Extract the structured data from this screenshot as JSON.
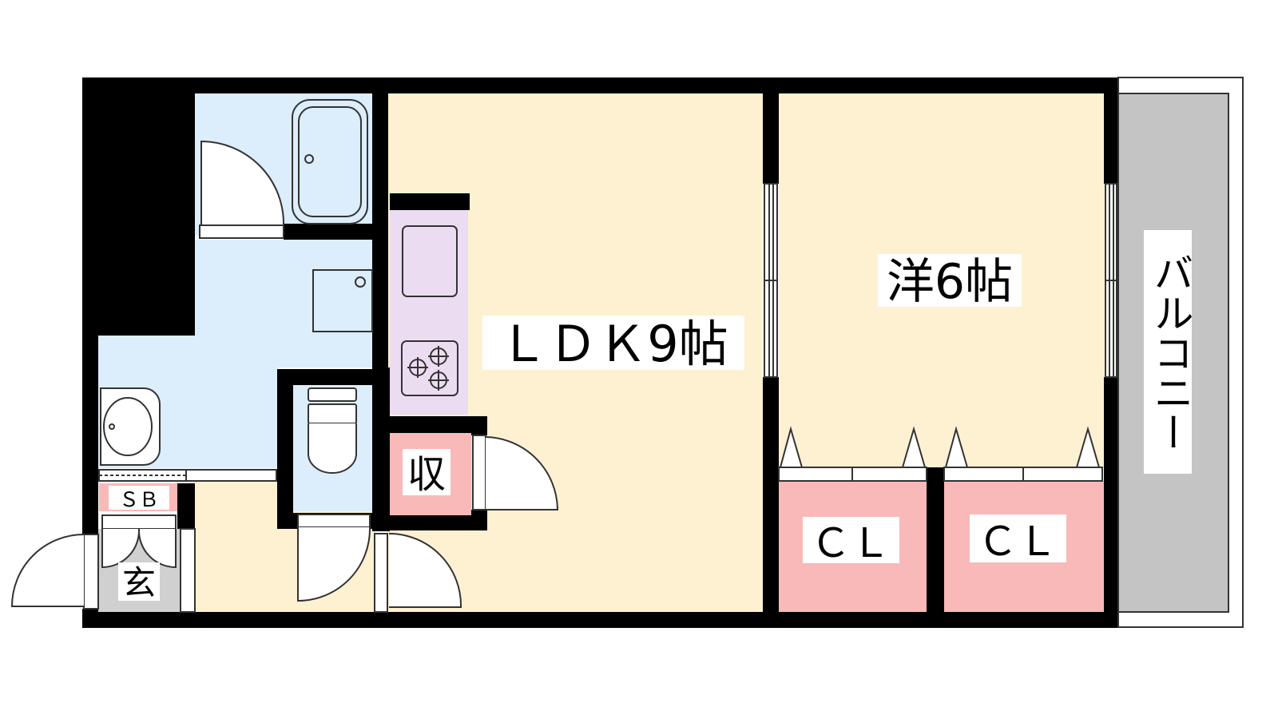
{
  "colors": {
    "wall": "#000000",
    "ldk_floor": "#fdf1d2",
    "wet_area": "#dcedfc",
    "kitchen": "#ecdcf2",
    "storage": "#f9b9b9",
    "entrance": "#d0d0d0",
    "balcony": "#c4c4c4",
    "fixture_line": "#333333"
  },
  "rooms": {
    "ldk": "ＬＤＫ9帖",
    "western": "洋6帖",
    "balcony": "バルコニー",
    "closet_left": "ＣＬ",
    "closet_right": "ＣＬ",
    "storage": "収",
    "shoe_box": "ＳＢ",
    "entrance": "玄"
  },
  "icons": {
    "bathtub": "bathtub-icon",
    "washer_pan": "washing-machine-pan-icon",
    "sink": "wash-basin-icon",
    "toilet": "toilet-icon",
    "kitchen_sink": "kitchen-sink-icon",
    "stove": "gas-stove-icon"
  }
}
